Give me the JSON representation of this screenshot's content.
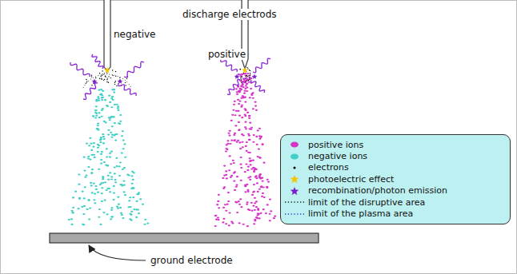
{
  "diagram": {
    "labels": [
      "discharge electrods",
      "negative",
      "positive",
      "ground electrode"
    ],
    "legend": [
      {
        "text": "positive ions",
        "color": "#d633c8"
      },
      {
        "text": "negative ions",
        "color": "#3fcfc4"
      },
      {
        "text": "electrons",
        "color": "#000000"
      },
      {
        "text": "photoelectric effect"
      },
      {
        "text": "recombination/photon emission"
      },
      {
        "text": "limit of the disruptive area"
      },
      {
        "text": "limit of the plasma area"
      }
    ]
  }
}
